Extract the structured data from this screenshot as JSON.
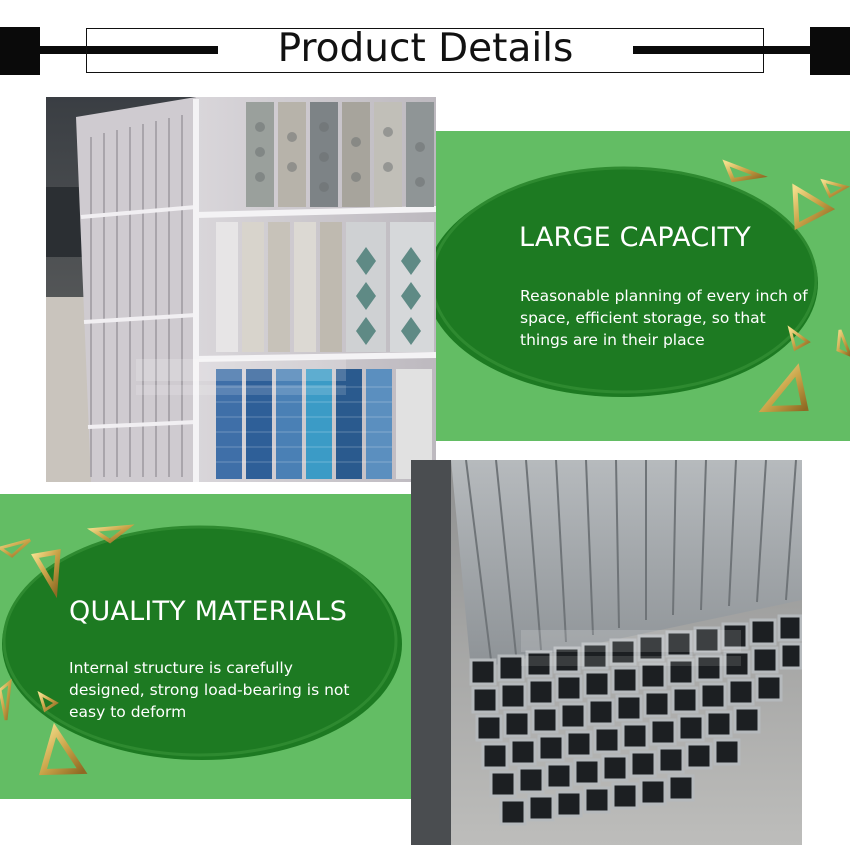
{
  "header": {
    "title": "Product Details"
  },
  "features": [
    {
      "title": "LARGE CAPACITY",
      "description": "Reasonable planning of every inch of space, efficient storage, so that things are in their place"
    },
    {
      "title": "QUALITY MATERIALS",
      "description": "Internal structure is carefully designed, strong load-bearing is not easy to deform"
    }
  ],
  "colors": {
    "band_green": "#63bd64",
    "ellipse_green": "#1d7a22",
    "header_black": "#0a0a0a",
    "gold": "#c9a348"
  },
  "icons": [
    "gold-triangle-icon"
  ]
}
